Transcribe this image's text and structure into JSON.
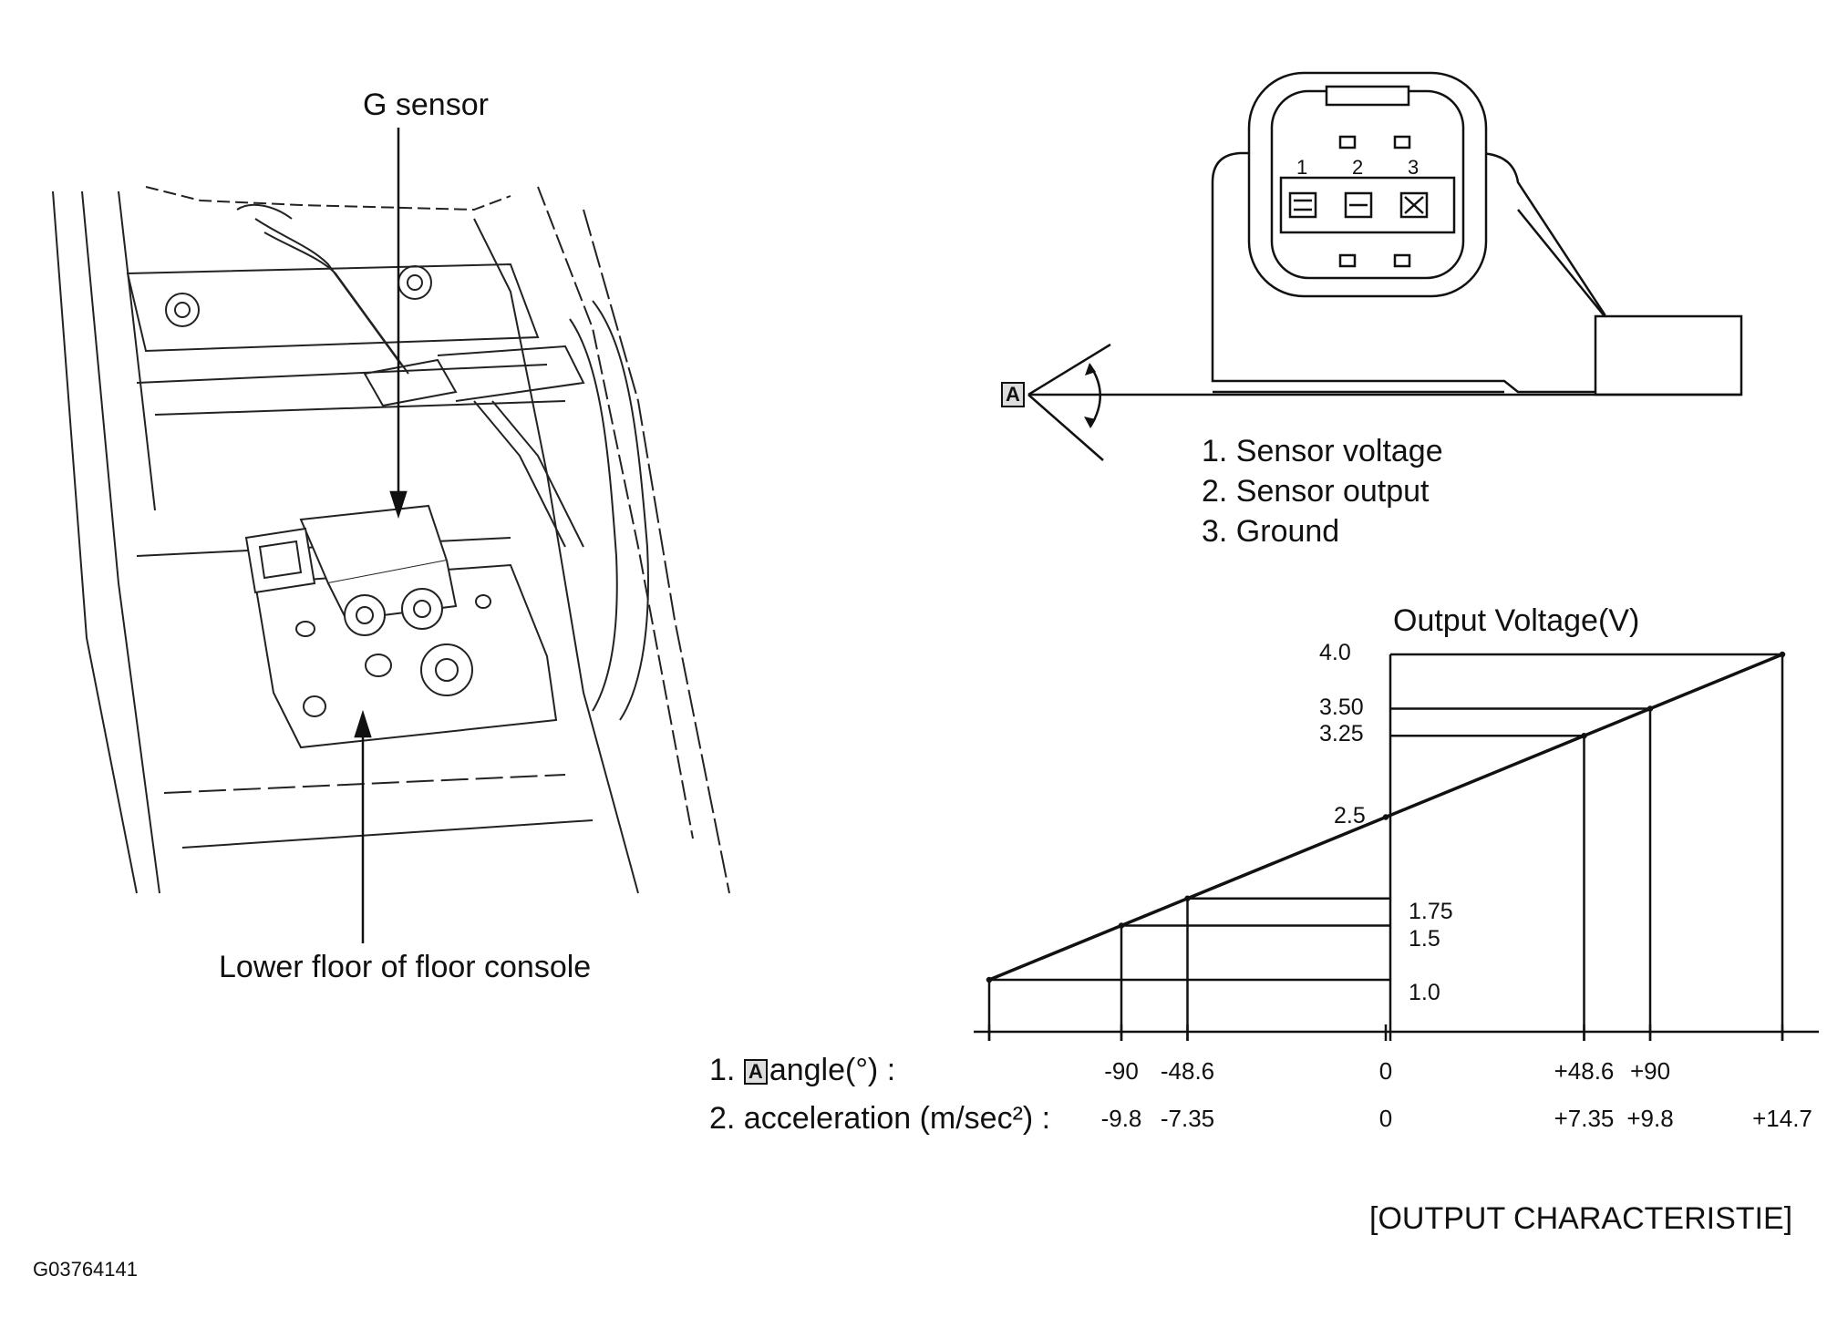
{
  "installation": {
    "g_sensor_label": "G sensor",
    "floor_label": "Lower floor of floor console"
  },
  "connector": {
    "pin_numbers": [
      "1",
      "2",
      "3"
    ],
    "angle_marker": "A",
    "pins": [
      "1. Sensor voltage",
      "2. Sensor output",
      "3. Ground"
    ]
  },
  "chart_data": {
    "type": "line",
    "title": "Output Voltage(V)",
    "x_axis_rows": [
      {
        "label_prefix": "1.",
        "label_box": "A",
        "label": "angle(°) :",
        "ticks": [
          "-90",
          "-48.6",
          "0",
          "+48.6",
          "+90"
        ]
      },
      {
        "label": "2. acceleration (m/sec²) :",
        "ticks": [
          "-9.8",
          "-7.35",
          "0",
          "+7.35",
          "+9.8",
          "+14.7"
        ]
      }
    ],
    "ylabels": [
      "4.0",
      "3.50",
      "3.25",
      "2.5",
      "1.75",
      "1.5",
      "1.0"
    ],
    "series": [
      {
        "points": [
          {
            "x": -14.7,
            "y": 1.0
          },
          {
            "x": -9.8,
            "y": 1.5
          },
          {
            "x": -7.35,
            "y": 1.75
          },
          {
            "x": 0,
            "y": 2.5
          },
          {
            "x": 7.35,
            "y": 3.25
          },
          {
            "x": 9.8,
            "y": 3.5
          },
          {
            "x": 14.7,
            "y": 4.0
          }
        ]
      }
    ],
    "xlim": [
      -14.7,
      14.7
    ],
    "ylim": [
      1.0,
      4.0
    ]
  },
  "footer": {
    "caption": "[OUTPUT CHARACTERISTIE]",
    "figure_code": "G03764141"
  }
}
